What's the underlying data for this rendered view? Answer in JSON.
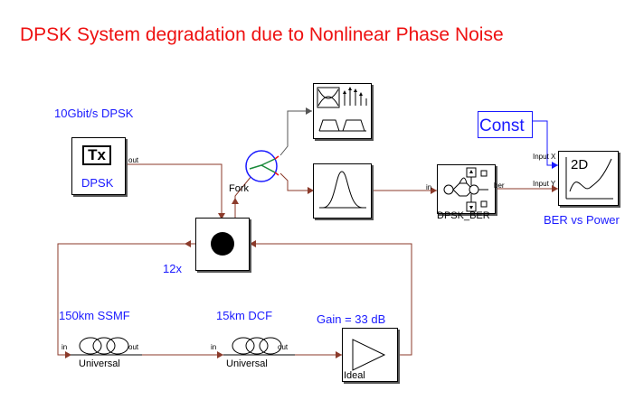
{
  "title": "DPSK System degradation due to Nonlinear Phase Noise",
  "tx": {
    "header": "10Gbit/s DPSK",
    "icon": "Tx",
    "label": "DPSK",
    "port_out": "out"
  },
  "fork": {
    "label": "Fork"
  },
  "loop": {
    "label": "12x"
  },
  "ber": {
    "label": "DPSK_BER",
    "port_in": "in",
    "port_out": "ber"
  },
  "const_block": {
    "label": "Const"
  },
  "plot": {
    "icon": "2D",
    "label": "BER vs Power",
    "port_x": "Input X",
    "port_y": "Input Y"
  },
  "ssmf": {
    "header": "150km SSMF",
    "label": "Universal",
    "port_in": "in",
    "port_out": "out"
  },
  "dcf": {
    "header": "15km DCF",
    "label": "Universal",
    "port_in": "in",
    "port_out": "out"
  },
  "amp": {
    "header": "Gain = 33 dB",
    "label": "Ideal"
  },
  "colors": {
    "title": "#ee1111",
    "label": "#1a1aff",
    "wire": "#8b3a2a",
    "const_wire": "#1a1aff",
    "scope_wire": "#555555"
  }
}
